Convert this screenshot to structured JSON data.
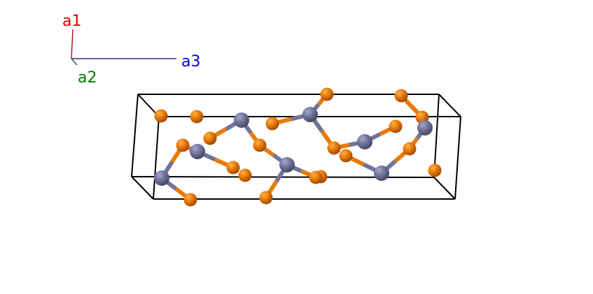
{
  "axes": {
    "a1": {
      "label": "a1",
      "color": "#e00000"
    },
    "a2": {
      "label": "a2",
      "color": "#007a00"
    },
    "a3": {
      "label": "a3",
      "color": "#0000e0"
    }
  },
  "colors": {
    "cell_edge": "#000000",
    "atom_orange": "#e87a0a",
    "atom_grey": "#70749a"
  }
}
